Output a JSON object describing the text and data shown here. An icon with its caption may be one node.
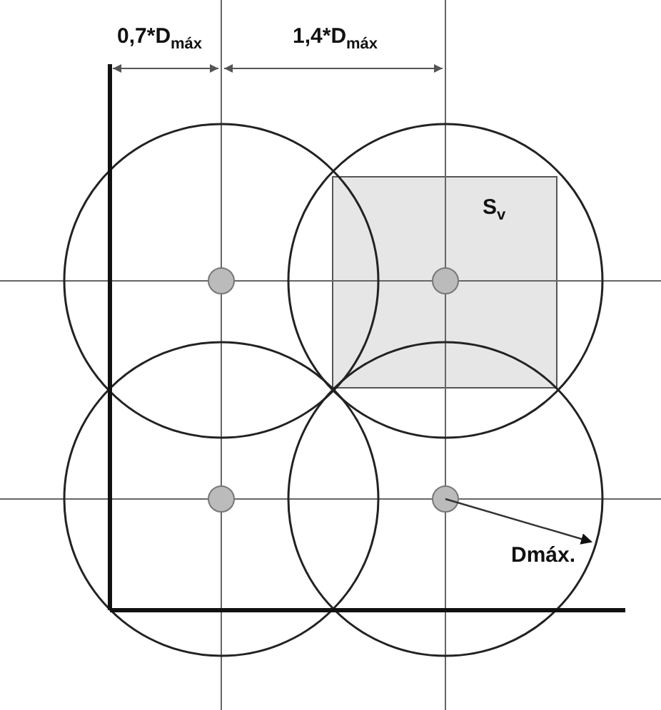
{
  "diagram": {
    "labels": [
      "0,7*D$_{máx}$",
      "1,4*D$_{máx}$",
      "S$_{v}$",
      "Dmáx."
    ]
  }
}
